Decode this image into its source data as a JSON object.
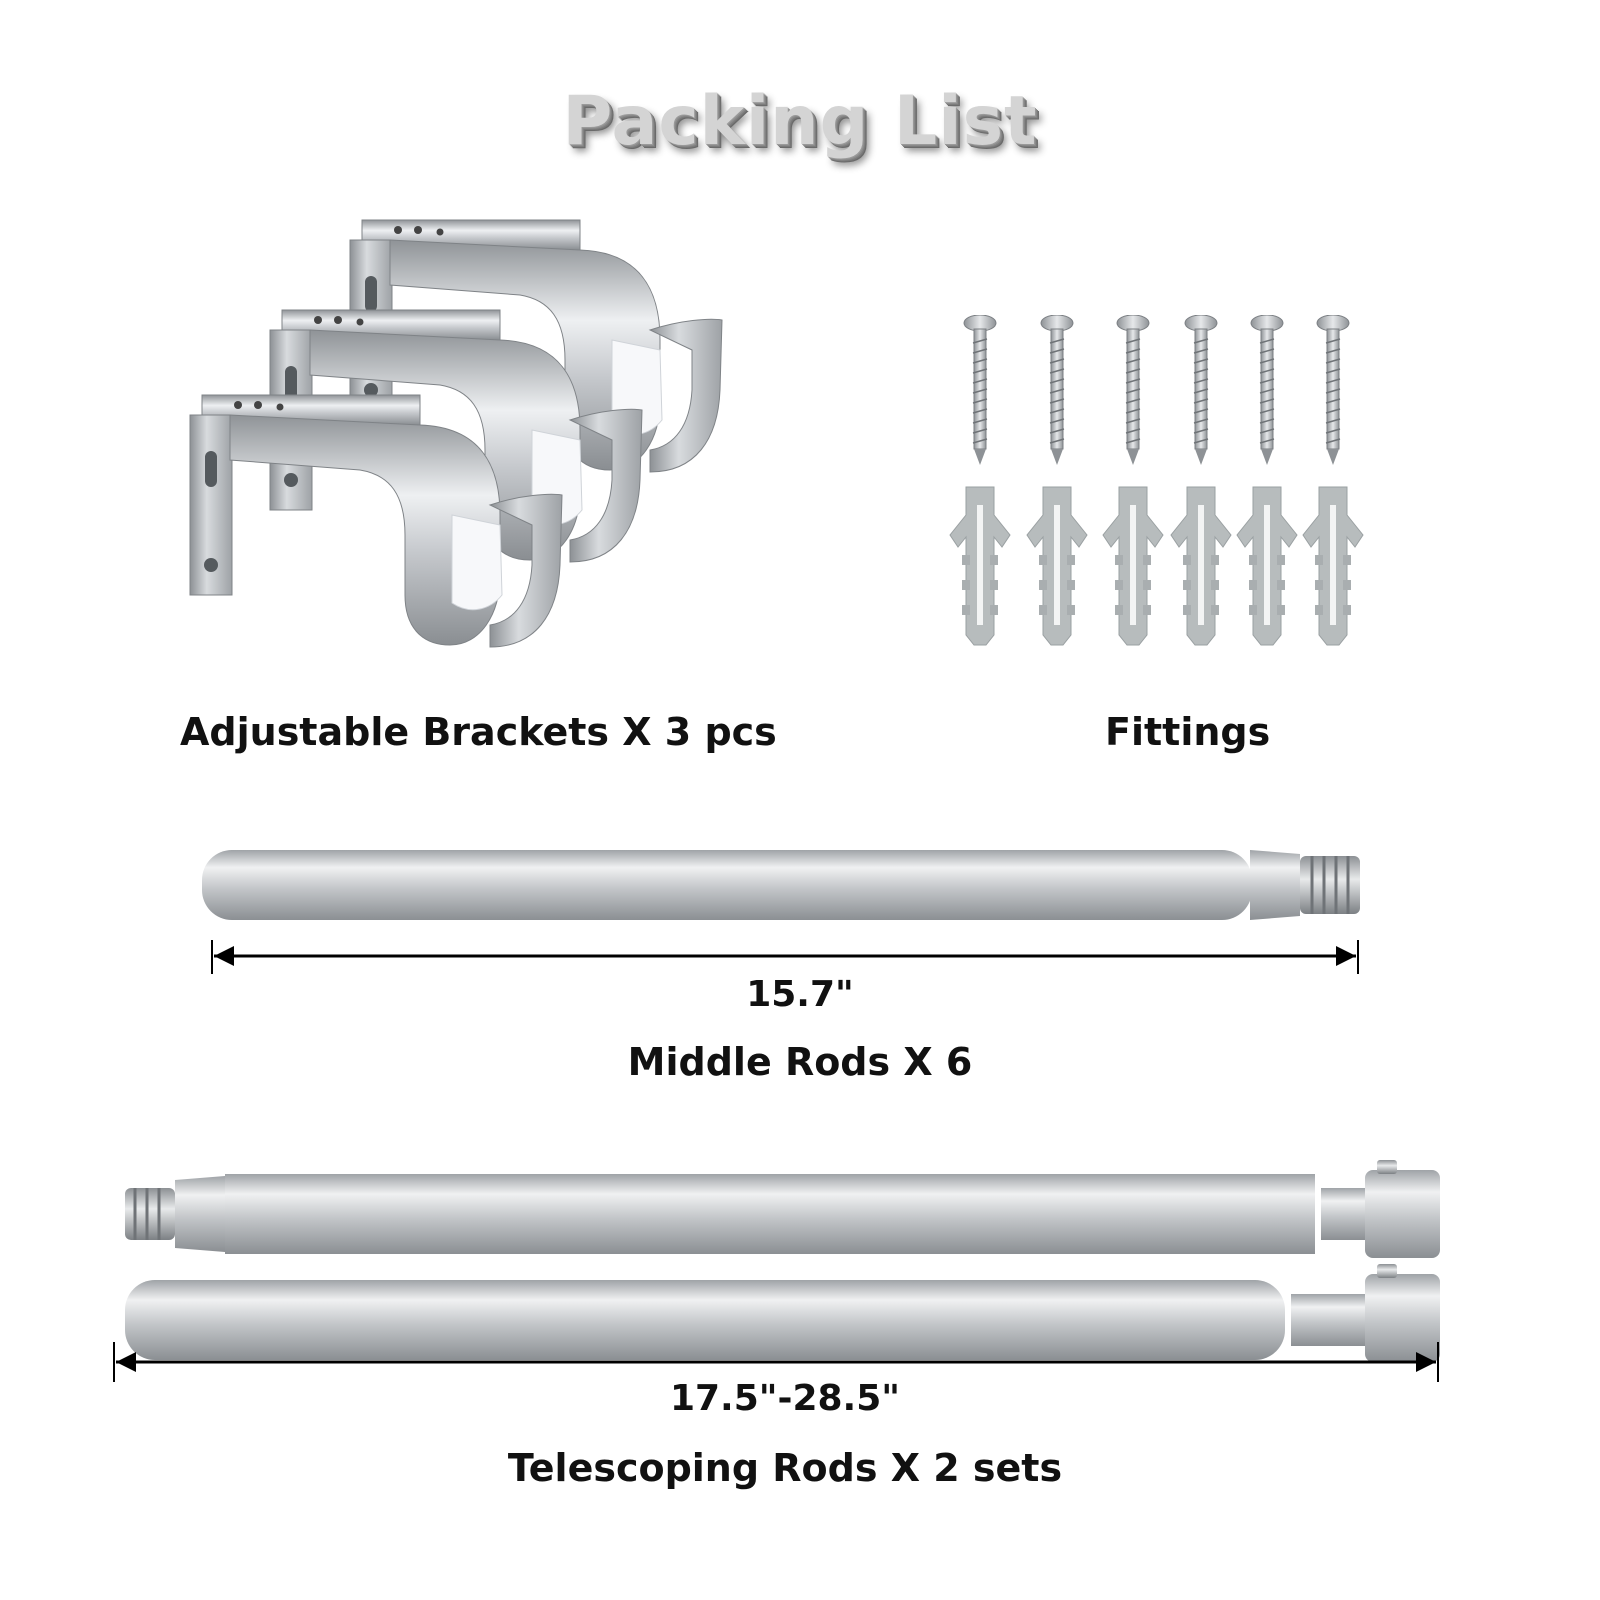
{
  "title": "Packing List",
  "brackets": {
    "label": "Adjustable Brackets X 3 pcs",
    "count": 3
  },
  "fittings": {
    "label": "Fittings",
    "screws": 6,
    "anchors": 6
  },
  "middle_rods": {
    "dimension": "15.7\"",
    "label": "Middle Rods X 6"
  },
  "telescoping_rods": {
    "dimension": "17.5\"-28.5\"",
    "label": "Telescoping Rods X 2 sets"
  },
  "colors": {
    "metal": "#b9bcc0",
    "anchor": "#b7bcbd",
    "text": "#111111"
  }
}
